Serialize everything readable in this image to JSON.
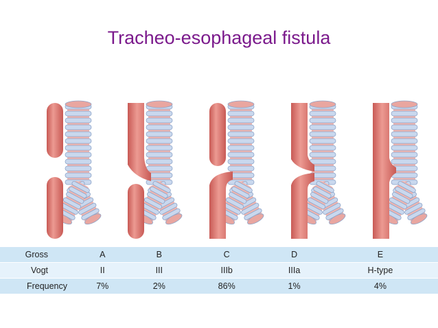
{
  "title": "Tracheo-esophageal fistula",
  "table": {
    "rows": [
      {
        "label": "Gross",
        "values": [
          "A",
          "B",
          "C",
          "D",
          "E"
        ]
      },
      {
        "label": "Vogt",
        "values": [
          "II",
          "III",
          "IIIb",
          "IIIa",
          "H-type"
        ]
      },
      {
        "label": "Frequency",
        "values": [
          "7%",
          "2%",
          "86%",
          "1%",
          "4%"
        ]
      }
    ]
  },
  "colors": {
    "title": "#7b1a8c",
    "esophagus": "#e07f78",
    "trachea_ring": "#c9d8ee",
    "trachea_gap": "#f2b6b0",
    "row_dark": "#cfe6f5",
    "row_light": "#e6f2fb"
  }
}
